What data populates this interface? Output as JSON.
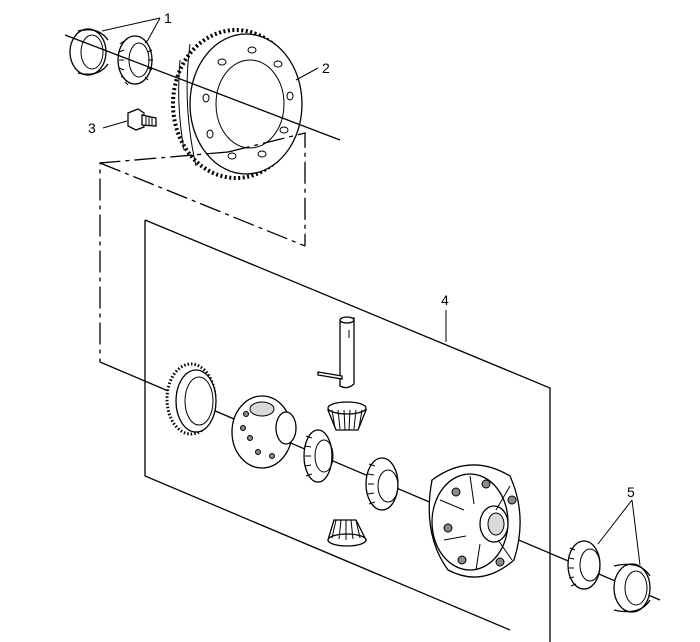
{
  "callouts": [
    {
      "id": "1",
      "label": "1"
    },
    {
      "id": "2",
      "label": "2"
    },
    {
      "id": "3",
      "label": "3"
    },
    {
      "id": "4",
      "label": "4"
    },
    {
      "id": "5",
      "label": "5"
    }
  ],
  "parts": [
    {
      "callout": "1",
      "icon": "bearing-cup-and-cone"
    },
    {
      "callout": "2",
      "icon": "ring-gear"
    },
    {
      "callout": "3",
      "icon": "bolt"
    },
    {
      "callout": "4",
      "icon": "differential-assembly"
    },
    {
      "callout": "5",
      "icon": "bearing-cup-and-cone"
    }
  ]
}
